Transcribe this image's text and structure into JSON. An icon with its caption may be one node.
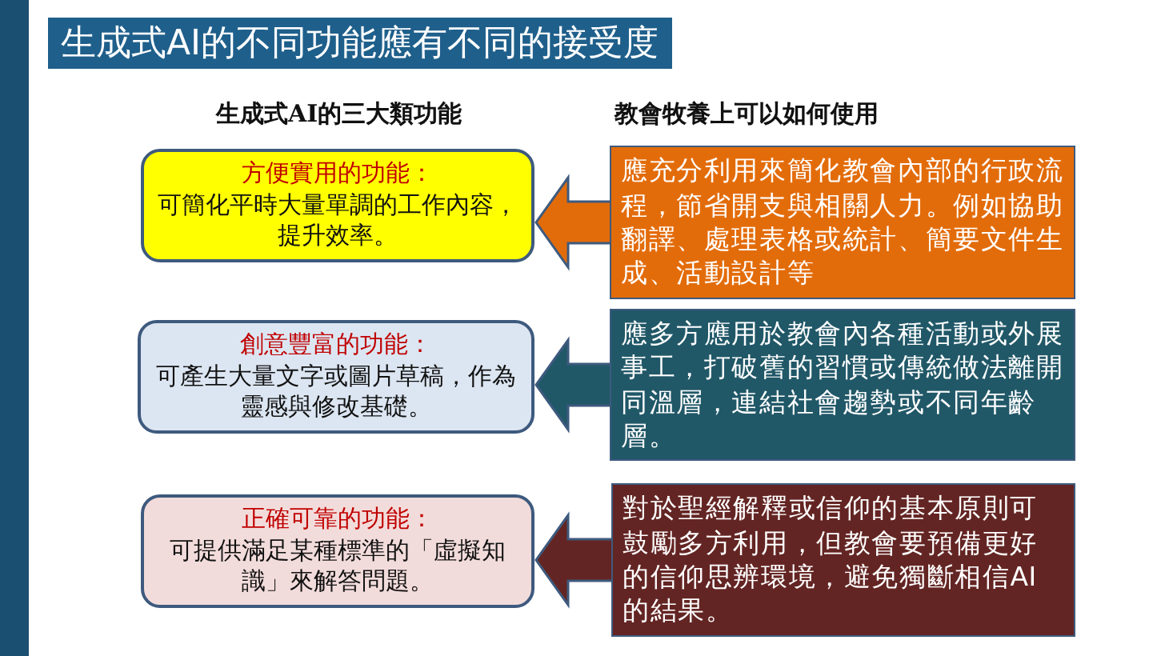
{
  "diagram": {
    "title": "生成式AI的不同功能應有不同的接受度",
    "nodes": [
      {
        "text": [
          "方便實用的功能：",
          "可簡化平時大量單調的工作內容，提升效率。"
        ]
      },
      {
        "text": [
          "應充分利用來簡化教會內部的行政流程，節省開支與相關人力。例如協助翻譯、處理表格或統計、簡要文件生成、活動設計等"
        ]
      },
      {
        "text": [
          "創意豐富的功能：",
          "可產生大量文字或圖片草稿，作為靈感與修改基礎。"
        ]
      },
      {
        "text": [
          "應多方應用於教會內各種活動或外展事工，打破舊的習慣或傳統做法離開同溫層，連結社會趨勢或不同年齡層。"
        ]
      },
      {
        "text": [
          "正確可靠的功能：",
          "可提供滿足某種標準的「虛擬知識」來解答問題。"
        ]
      },
      {
        "text": [
          "對於聖經解釋或信仰的基本原則可鼓勵多方利用，但教會要預備更好的信仰思辨環境，避免獨斷相信AI的結果。"
        ]
      }
    ],
    "edges": [
      {
        "from": 1,
        "to": 0,
        "arrow": "to",
        "style": "thick",
        "color": "#e36c0a"
      },
      {
        "from": 3,
        "to": 2,
        "arrow": "to",
        "style": "thick",
        "color": "#215868"
      },
      {
        "from": 5,
        "to": 4,
        "arrow": "to",
        "style": "thick",
        "color": "#632523"
      }
    ],
    "labels": [
      "生成式AI的三大類功能",
      "教會牧養上可以如何使用"
    ]
  }
}
